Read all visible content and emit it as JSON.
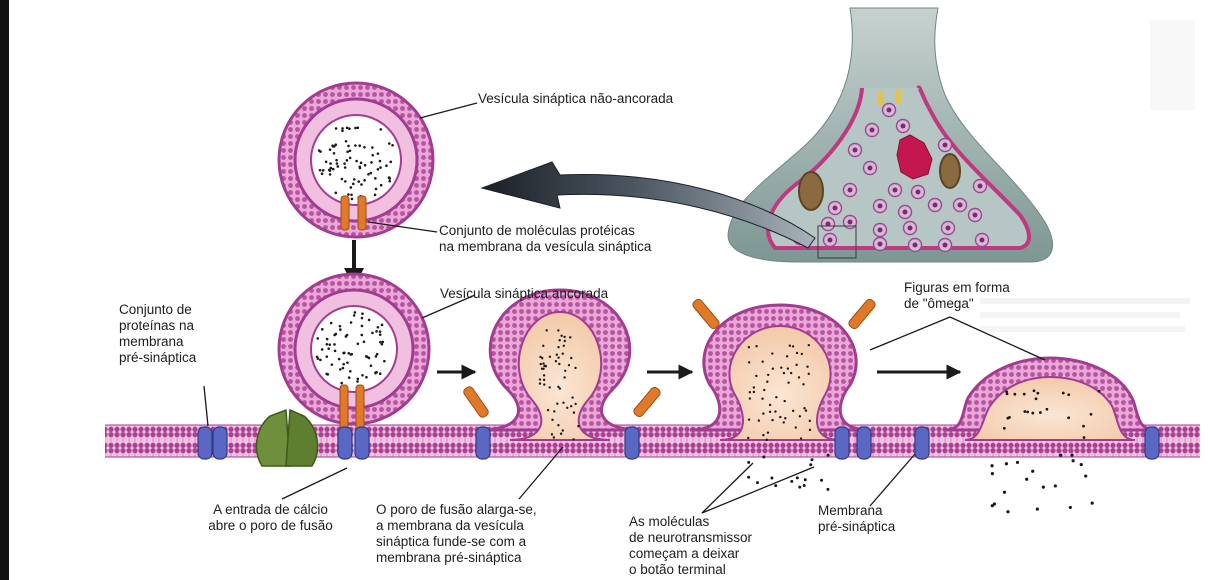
{
  "labels": {
    "unanchored_vesicle": "Vesícula sináptica não-ancorada",
    "protein_set_vesicle": "Conjunto de moléculas protéicas\nna membrana da vesícula sináptica",
    "anchored_vesicle": "Vesícula sináptica ancorada",
    "presynaptic_proteins": "Conjunto de\nproteínas na\nmembrana\npré-sináptica",
    "omega_figures": "Figuras em forma\nde \"ômega\"",
    "calcium_entry": "A entrada de cálcio\nabre o poro de fusão",
    "fusion_pore": "O poro de fusão alarga-se,\na membrana da vesícula\nsináptica funde-se com a\nmembrana pré-sináptica",
    "neurotransmitter_molecules": "As moléculas\nde neurotransmissor\ncomeçam a deixar\no botão terminal",
    "presynaptic_membrane": "Membrana\npré-sináptica"
  },
  "colors": {
    "membrane": "#b04a9e",
    "membrane_light": "#e7a4d8",
    "vesicle_protein": "#e07a2a",
    "channel_protein": "#5a68c4",
    "calcium_channel": "#6a8a3a",
    "content": "#f6d2b6",
    "terminal": "#8aa4a0",
    "arrow": "#1a1a1a"
  },
  "icons": {
    "process_arrow": "arrow-right-icon",
    "zoom_arrow": "curved-arrow-icon"
  }
}
